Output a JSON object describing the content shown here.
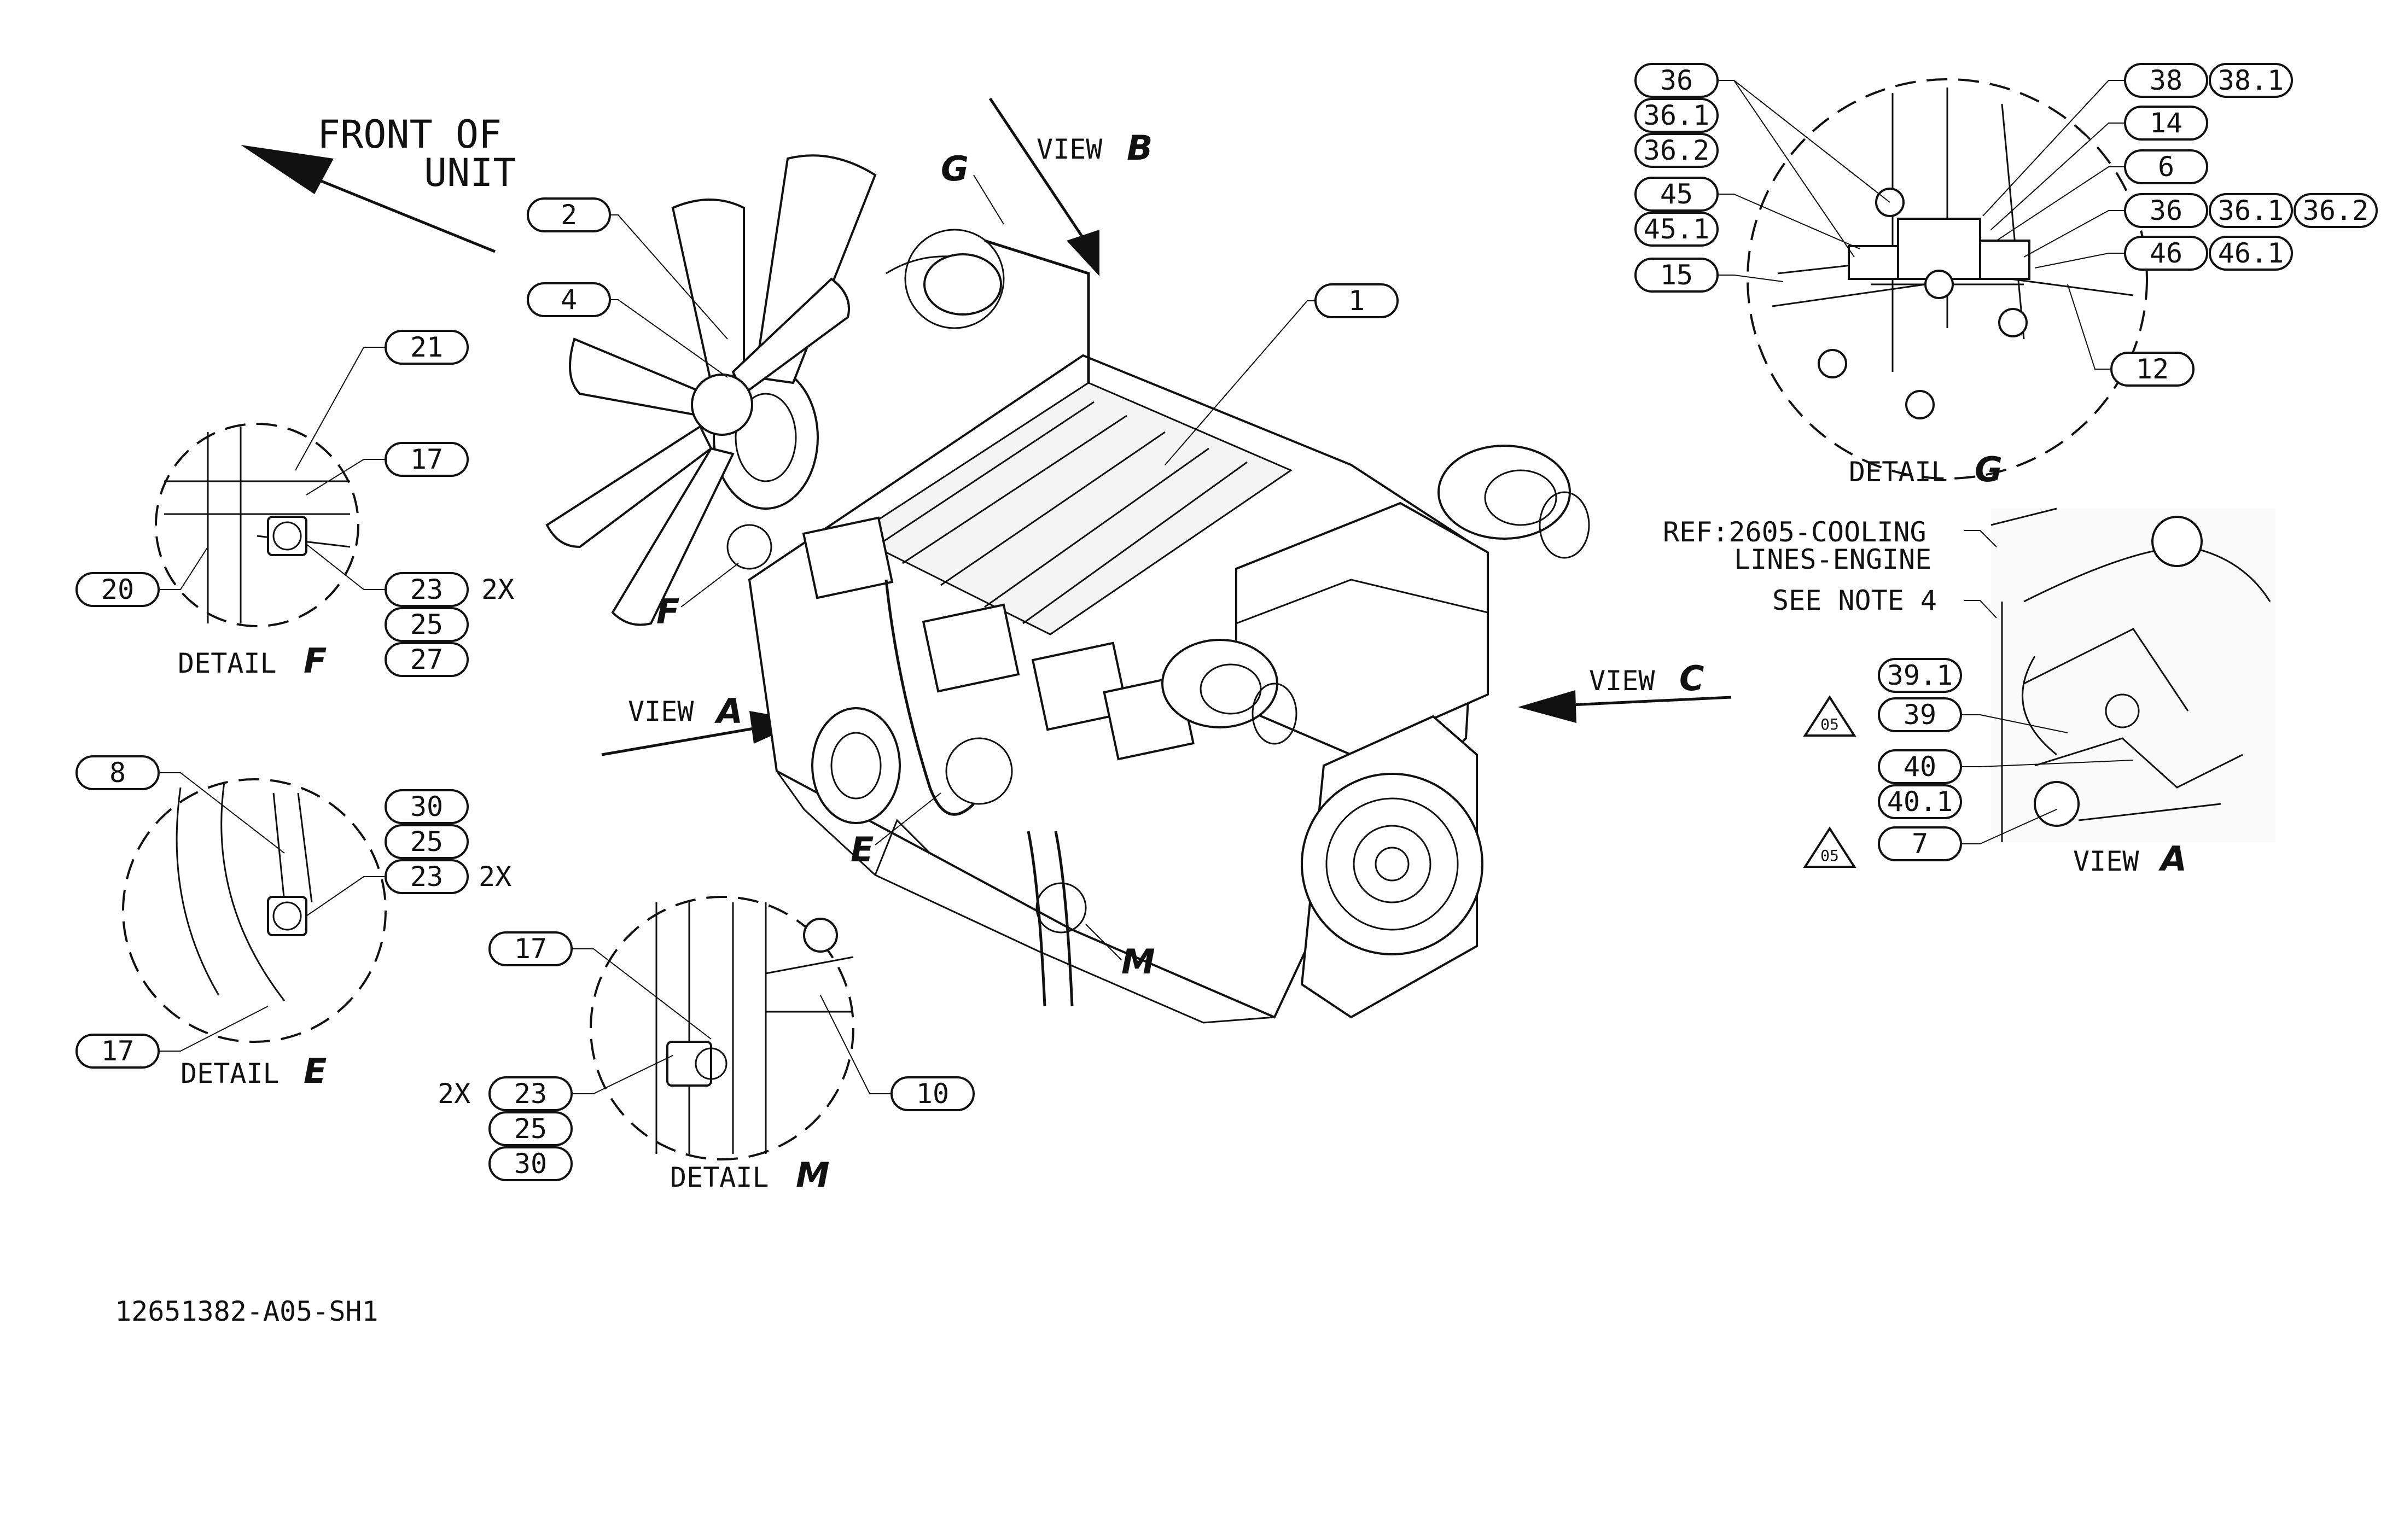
{
  "front_of_unit": {
    "line1": "FRONT OF",
    "line2": "UNIT"
  },
  "views": {
    "a": {
      "word": "VIEW",
      "letter": "A"
    },
    "b": {
      "word": "VIEW",
      "letter": "B"
    },
    "c": {
      "word": "VIEW",
      "letter": "C"
    },
    "a_inset": {
      "word": "VIEW",
      "letter": "A"
    }
  },
  "details": {
    "e": {
      "word": "DETAIL",
      "letter": "E"
    },
    "f": {
      "word": "DETAIL",
      "letter": "F"
    },
    "g": {
      "word": "DETAIL",
      "letter": "G"
    },
    "m": {
      "word": "DETAIL",
      "letter": "M"
    }
  },
  "detail_markers": {
    "e": "E",
    "f": "F",
    "g": "G",
    "m": "M"
  },
  "references": {
    "cooling_line1": "REF:2605-COOLING",
    "cooling_line2": "LINES-ENGINE",
    "see_note": "SEE NOTE 4"
  },
  "revision_flags": [
    "05",
    "05"
  ],
  "drawing_number": "12651382-A05-SH1",
  "quantity_marks": {
    "f": "2X",
    "e": "2X",
    "m": "2X"
  },
  "balloons": {
    "main_1": "1",
    "main_2": "2",
    "main_4": "4",
    "f_21": "21",
    "f_17": "17",
    "f_20": "20",
    "f_23": "23",
    "f_25": "25",
    "f_27": "27",
    "e_8": "8",
    "e_30": "30",
    "e_25": "25",
    "e_23": "23",
    "e_17": "17",
    "m_17": "17",
    "m_23": "23",
    "m_25": "25",
    "m_30": "30",
    "m_10": "10",
    "g_36": "36",
    "g_36_1": "36.1",
    "g_36_2": "36.2",
    "g_45": "45",
    "g_45_1": "45.1",
    "g_15": "15",
    "g_38": "38",
    "g_38_1": "38.1",
    "g_14": "14",
    "g_6": "6",
    "g_36b": "36",
    "g_36b_1": "36.1",
    "g_36b_2": "36.2",
    "g_46": "46",
    "g_46_1": "46.1",
    "g_12": "12",
    "a_39_1": "39.1",
    "a_39": "39",
    "a_40": "40",
    "a_40_1": "40.1",
    "a_7": "7"
  }
}
